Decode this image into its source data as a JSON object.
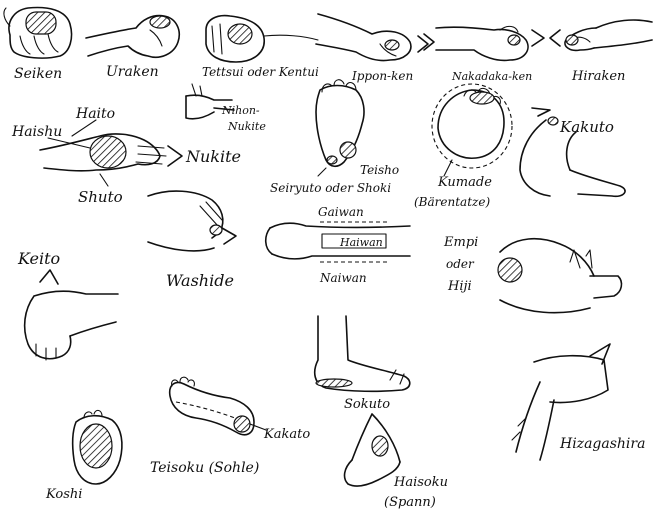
{
  "labels": {
    "seiken": "Seiken",
    "uraken": "Uraken",
    "tettsui": "Tettsui oder Kentui",
    "ippon_ken": "Ippon-ken",
    "nakadaka_ken": "Nakadaka-ken",
    "hiraken": "Hiraken",
    "haito": "Haito",
    "haishu": "Haishu",
    "nihon_nukite_1": "Nihon-",
    "nihon_nukite_2": "Nukite",
    "nukite": "Nukite",
    "shuto": "Shuto",
    "seiryuto": "Seiryuto oder Shoki",
    "teisho": "Teisho",
    "kumade_1": "Kumade",
    "kumade_2": "(Bärentatze)",
    "kakuto": "Kakuto",
    "washide": "Washide",
    "gaiwan": "Gaiwan",
    "haiwan": "Haiwan",
    "naiwan": "Naiwan",
    "empi_1": "Empi",
    "empi_2": "oder",
    "empi_3": "Hiji",
    "keito": "Keito",
    "sokuto": "Sokuto",
    "kakato": "Kakato",
    "teisoku": "Teisoku (Sohle)",
    "haisoku_1": "Haisoku",
    "haisoku_2": "(Spann)",
    "koshi": "Koshi",
    "hizagashira": "Hizagashira"
  }
}
